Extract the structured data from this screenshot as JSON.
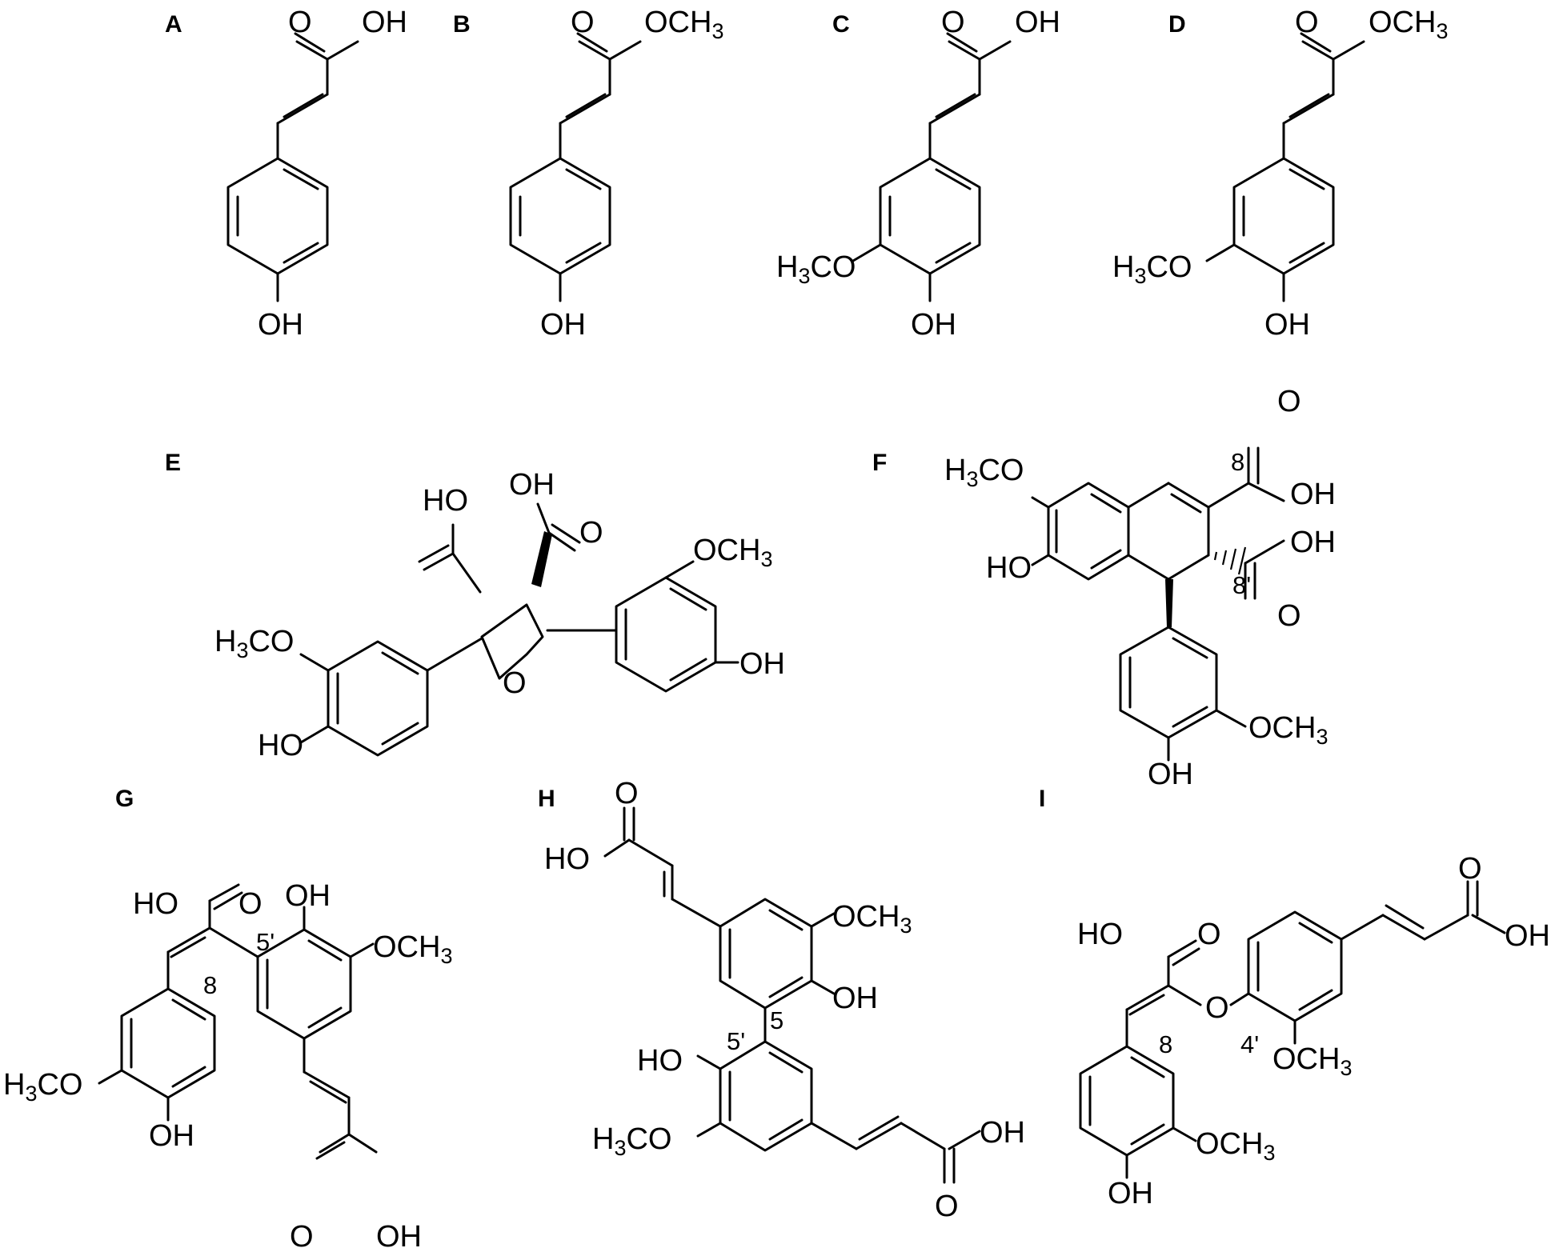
{
  "panels": [
    {
      "letter": "A",
      "carbonyl_o": "O",
      "acid": "OH",
      "phenol": "OH"
    },
    {
      "letter": "B",
      "carbonyl_o": "O",
      "ester": "OCH",
      "ester_sub": "3",
      "phenol": "OH"
    },
    {
      "letter": "C",
      "carbonyl_o": "O",
      "acid": "OH",
      "methoxy": "H",
      "methoxy_sub": "3",
      "methoxy_tail": "CO",
      "phenol": "OH"
    },
    {
      "letter": "D",
      "carbonyl_o": "O",
      "ester": "OCH",
      "ester_sub": "3",
      "methoxy": "H",
      "methoxy_sub": "3",
      "methoxy_tail": "CO",
      "phenol": "OH"
    },
    {
      "letter": "E",
      "acid_left": "HO",
      "acid_right": "OH",
      "carbonyl_o": "O",
      "ring_o": "O",
      "methoxy_left": "H",
      "methoxy_sub": "3",
      "methoxy_tail": "CO",
      "phenol_left": "HO",
      "methoxy_right": "OCH",
      "phenol_right": "OH"
    },
    {
      "letter": "F",
      "methoxy_top": "H",
      "methoxy_sub": "3",
      "methoxy_tail": "CO",
      "phenol_left": "HO",
      "locant_8": "8",
      "locant_8p": "8'",
      "acid": "OH",
      "carbonyl_o": "O",
      "methoxy_bottom": "OCH",
      "phenol_bottom": "OH"
    },
    {
      "letter": "G",
      "acid_top": "HO",
      "carbonyl_o": "O",
      "phenol_top": "OH",
      "methoxy_right": "OCH",
      "locant_5p": "5'",
      "locant_8": "8",
      "methoxy_left": "H",
      "methoxy_sub": "3",
      "methoxy_tail": "CO",
      "phenol_bottom": "OH",
      "acid_bottom": "OH"
    },
    {
      "letter": "H",
      "acid_top": "HO",
      "carbonyl_o": "O",
      "methoxy_top": "OCH",
      "phenol_right": "OH",
      "locant_5": "5",
      "locant_5p": "5'",
      "phenol_left": "HO",
      "methoxy_bottom": "H",
      "methoxy_sub": "3",
      "methoxy_tail": "CO",
      "acid_bottom": "OH"
    },
    {
      "letter": "I",
      "acid_top": "HO",
      "carbonyl_o": "O",
      "ether_o": "O",
      "locant_8": "8",
      "locant_4p": "4'",
      "methoxy_mid": "OCH",
      "acid_right": "OH",
      "methoxy_bottom": "OCH",
      "phenol_bottom": "OH",
      "sub3": "3"
    }
  ]
}
